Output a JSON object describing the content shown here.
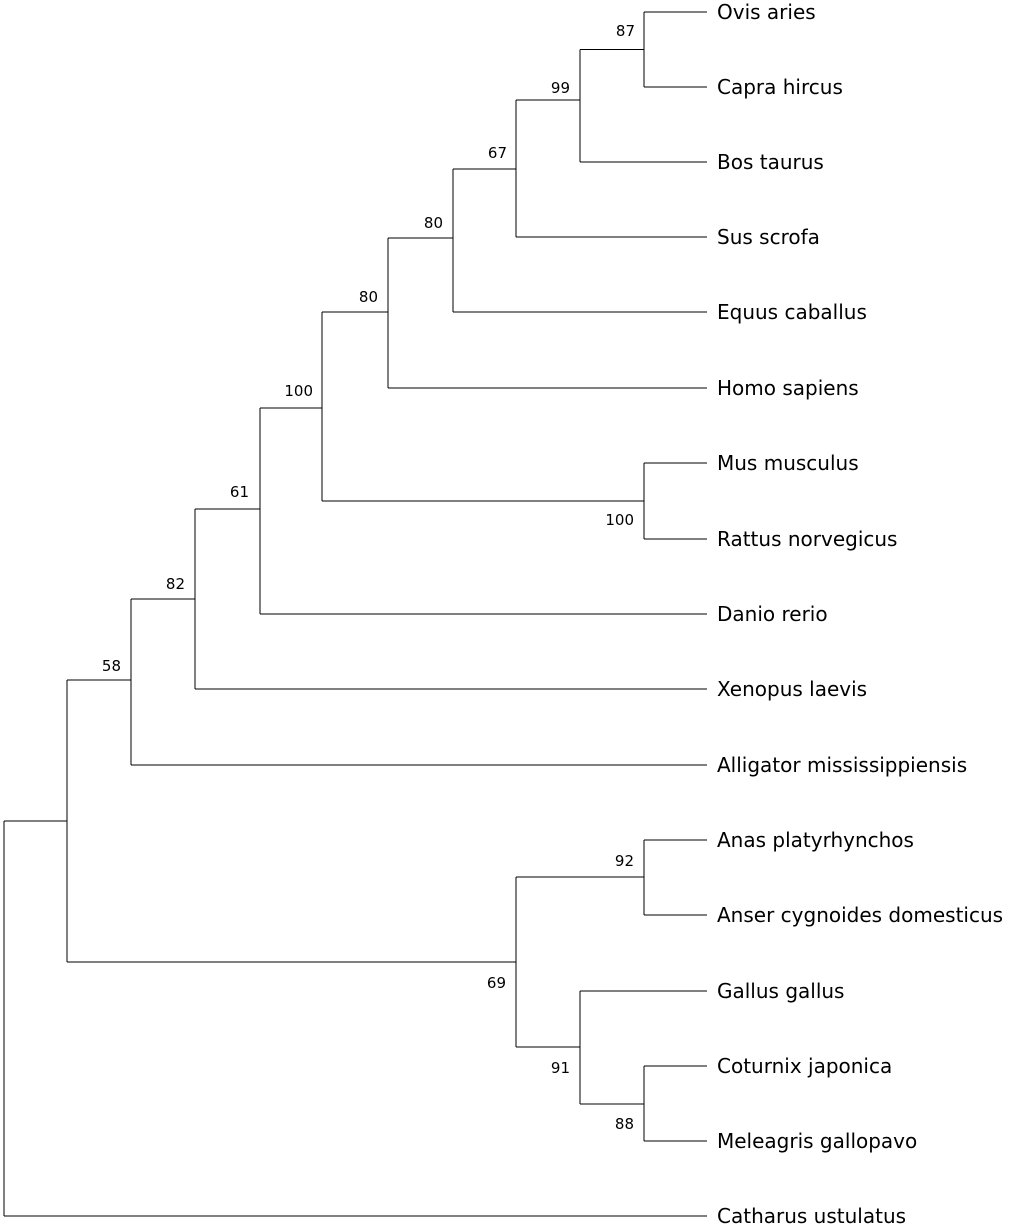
{
  "tree": {
    "taxa": [
      "Ovis aries",
      "Capra hircus",
      "Bos taurus",
      "Sus scrofa",
      "Equus caballus",
      "Homo sapiens",
      "Mus musculus",
      "Rattus norvegicus",
      "Danio rerio",
      "Xenopus laevis",
      "Alligator mississippiensis",
      "Anas platyrhynchos",
      "Anser cygnoides domesticus",
      "Gallus gallus",
      "Coturnix japonica",
      "Meleagris gallopavo",
      "Catharus ustulatus"
    ],
    "clades": [
      {
        "id": "ovis_capra",
        "members": [
          "Ovis aries",
          "Capra hircus"
        ],
        "support": "87"
      },
      {
        "id": "ovis_capra_bos",
        "members": [
          "ovis_capra",
          "Bos taurus"
        ],
        "support": "99"
      },
      {
        "id": "bovidae_sus",
        "members": [
          "ovis_capra_bos",
          "Sus scrofa"
        ],
        "support": "67"
      },
      {
        "id": "ungulates",
        "members": [
          "bovidae_sus",
          "Equus caballus"
        ],
        "support": "80"
      },
      {
        "id": "ungulates_homo",
        "members": [
          "ungulates",
          "Homo sapiens"
        ],
        "support": "80"
      },
      {
        "id": "rodents",
        "members": [
          "Mus musculus",
          "Rattus norvegicus"
        ],
        "support": "100"
      },
      {
        "id": "mammals",
        "members": [
          "ungulates_homo",
          "rodents"
        ],
        "support": "100"
      },
      {
        "id": "mammals_danio",
        "members": [
          "mammals",
          "Danio rerio"
        ],
        "support": "61"
      },
      {
        "id": "mammals_xenopus",
        "members": [
          "mammals_danio",
          "Xenopus laevis"
        ],
        "support": "82"
      },
      {
        "id": "mammals_alligator",
        "members": [
          "mammals_xenopus",
          "Alligator mississippiensis"
        ],
        "support": "58"
      },
      {
        "id": "anatidae",
        "members": [
          "Anas platyrhynchos",
          "Anser cygnoides domesticus"
        ],
        "support": "92"
      },
      {
        "id": "coturnix_meleagris",
        "members": [
          "Coturnix japonica",
          "Meleagris gallopavo"
        ],
        "support": "88"
      },
      {
        "id": "galliformes",
        "members": [
          "Gallus gallus",
          "coturnix_meleagris"
        ],
        "support": "91"
      },
      {
        "id": "birds",
        "members": [
          "anatidae",
          "galliformes"
        ],
        "support": "69"
      },
      {
        "id": "ingroup",
        "members": [
          "mammals_alligator",
          "birds"
        ],
        "support": ""
      },
      {
        "id": "root",
        "members": [
          "ingroup",
          "Catharus ustulatus"
        ],
        "support": ""
      }
    ]
  }
}
